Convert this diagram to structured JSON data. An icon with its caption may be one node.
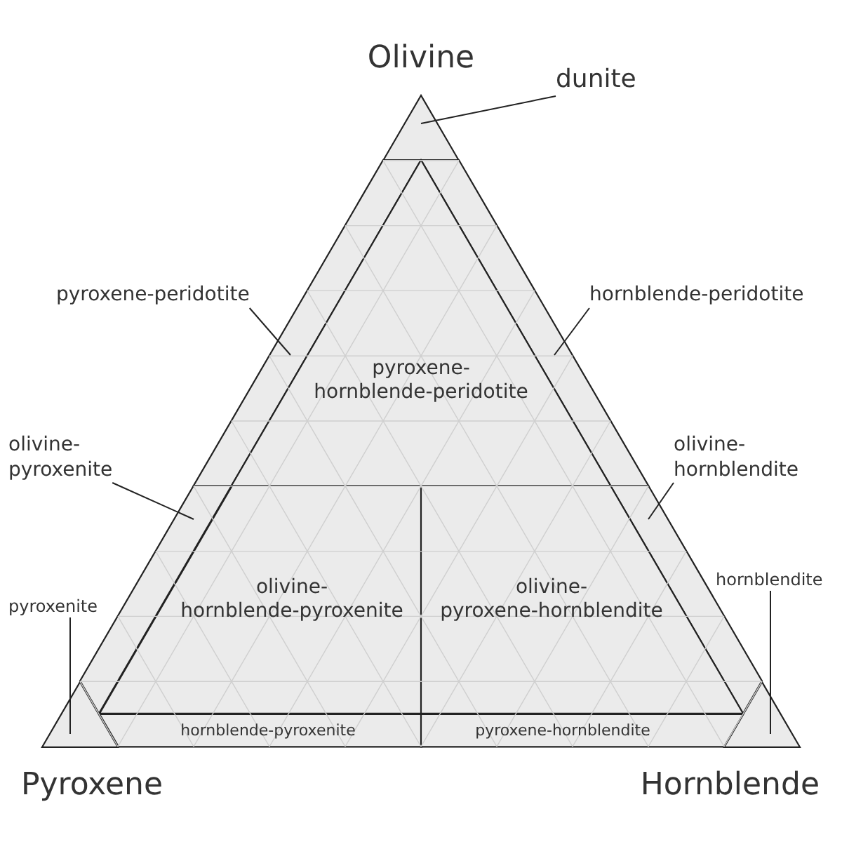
{
  "diagram": {
    "nodes": [
      {
        "text": [
          "dunite"
        ]
      },
      {
        "text": [],
        "shape": "triangle"
      },
      {
        "text": [
          "pyroxene-peridotite"
        ]
      },
      {
        "text": [
          "hornblende-peridotite"
        ]
      },
      {
        "text": [],
        "shape": "band"
      },
      {
        "text": [],
        "shape": "band"
      },
      {
        "text": [
          "pyroxene- hornblende-peridotite"
        ]
      },
      {
        "text": [
          "olivine- pyroxenite"
        ]
      },
      {
        "text": [
          "olivine- hornblendite"
        ]
      },
      {
        "text": [],
        "shape": "band"
      },
      {
        "text": [],
        "shape": "band"
      },
      {
        "text": [
          "olivine- hornblende-pyroxenite"
        ]
      },
      {
        "text": [
          "olivine- pyroxene-hornblendite"
        ]
      },
      {
        "text": [
          "pyroxenite"
        ]
      },
      {
        "text": [
          "hornblendite"
        ]
      },
      {
        "text": [],
        "shape": "triangle"
      },
      {
        "text": [],
        "shape": "triangle"
      },
      {
        "text": [
          "hornblende-pyroxenite"
        ]
      },
      {
        "text": [
          "pyroxene-hornblendite"
        ]
      }
    ],
    "edges": [
      {
        "from": 0,
        "to": 1,
        "arrow": "none"
      },
      {
        "from": 2,
        "to": 4,
        "arrow": "none"
      },
      {
        "from": 3,
        "to": 5,
        "arrow": "none"
      },
      {
        "from": 7,
        "to": 9,
        "arrow": "none"
      },
      {
        "from": 8,
        "to": 10,
        "arrow": "none"
      },
      {
        "from": 13,
        "to": 15,
        "arrow": "none"
      },
      {
        "from": 14,
        "to": 16,
        "arrow": "none"
      }
    ],
    "labels": [
      "Olivine",
      "Pyroxene",
      "Hornblende"
    ]
  }
}
